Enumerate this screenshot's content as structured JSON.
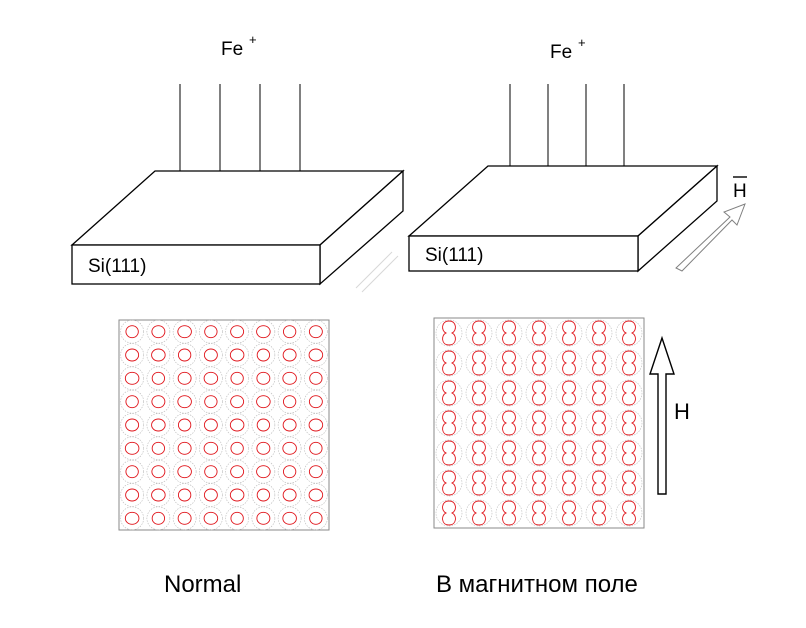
{
  "left_panel": {
    "ion_label": "Fe",
    "ion_charge": "+",
    "substrate_label": "Si(111)",
    "caption": "Normal"
  },
  "right_panel": {
    "ion_label": "Fe",
    "ion_charge": "+",
    "substrate_label": "Si(111)",
    "field_vector_label": "H",
    "field_label": "H",
    "caption": "В магнитном поле"
  },
  "colors": {
    "line": "#000000",
    "island": "#e0141a",
    "background_grid": "#b8b8b8"
  },
  "patterns": {
    "normal_grid": {
      "rows": 9,
      "cols": 8,
      "shape": "round-dot"
    },
    "field_grid": {
      "rows": 7,
      "cols": 7,
      "shape": "elongated-dumbbell"
    }
  },
  "icons": [
    "arrow-down-icon",
    "vector-bar-icon",
    "hollow-arrow-up-icon",
    "hollow-arrow-diagonal-icon"
  ]
}
